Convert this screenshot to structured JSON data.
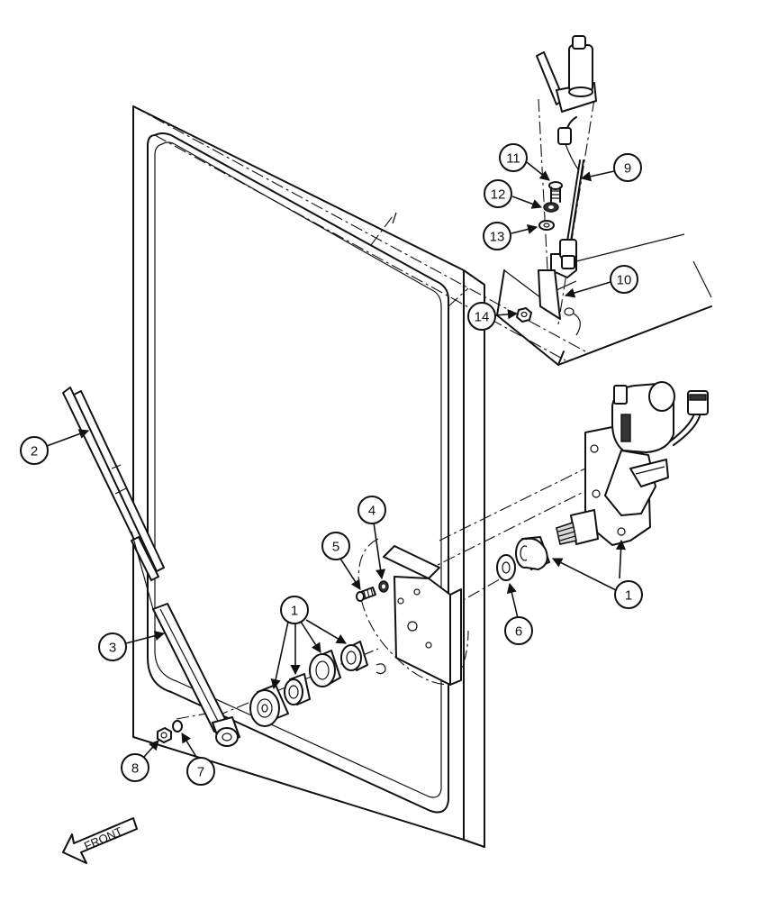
{
  "diagram": {
    "callouts": [
      {
        "id": "c1a",
        "label": "1"
      },
      {
        "id": "c1b",
        "label": "1"
      },
      {
        "id": "c2",
        "label": "2"
      },
      {
        "id": "c3",
        "label": "3"
      },
      {
        "id": "c4",
        "label": "4"
      },
      {
        "id": "c5",
        "label": "5"
      },
      {
        "id": "c6",
        "label": "6"
      },
      {
        "id": "c7",
        "label": "7"
      },
      {
        "id": "c8",
        "label": "8"
      },
      {
        "id": "c9",
        "label": "9"
      },
      {
        "id": "c10",
        "label": "10"
      },
      {
        "id": "c11",
        "label": "11"
      },
      {
        "id": "c12",
        "label": "12"
      },
      {
        "id": "c13",
        "label": "13"
      },
      {
        "id": "c14",
        "label": "14"
      }
    ],
    "direction_label": "FRONT"
  }
}
